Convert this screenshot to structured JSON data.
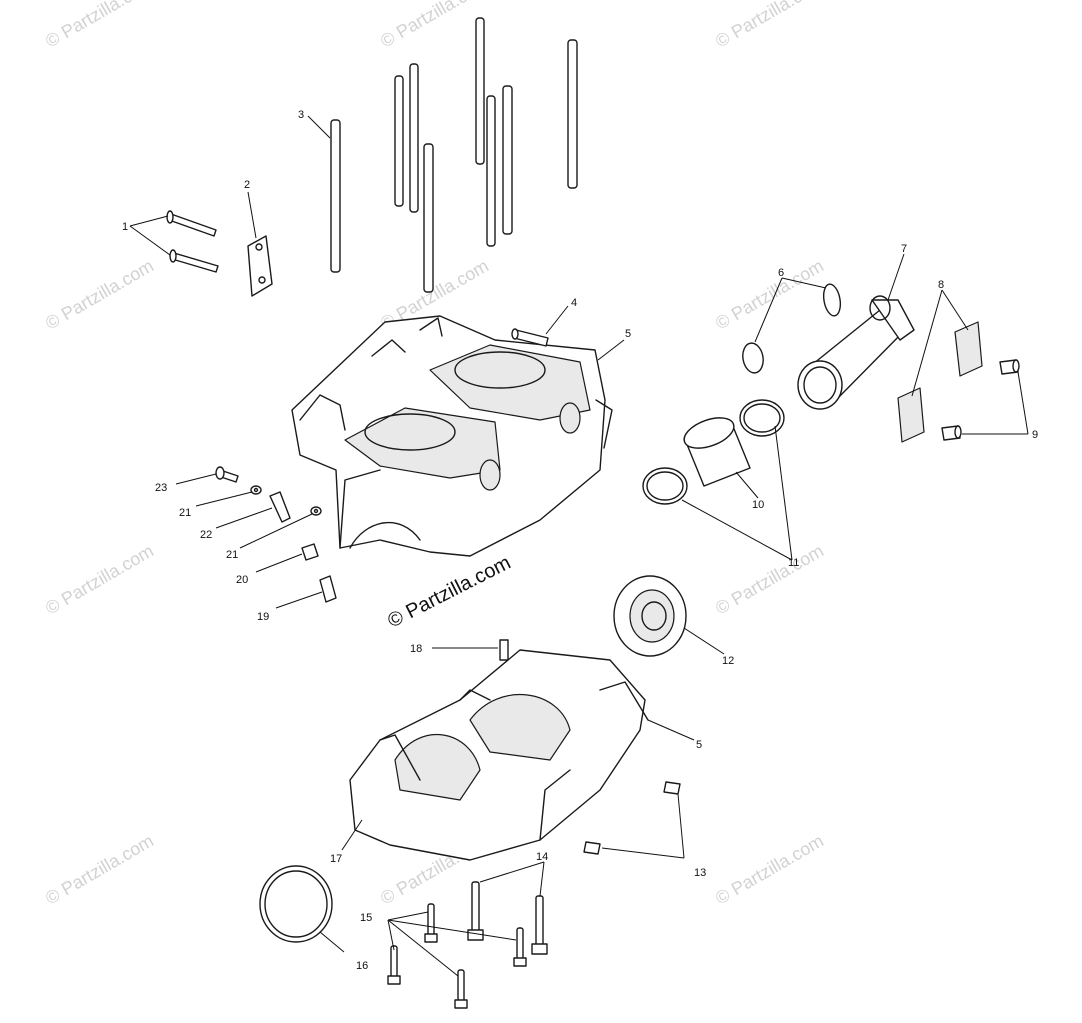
{
  "watermark": {
    "text": "© Partzilla.com",
    "center_text": "© Partzilla.com"
  },
  "callouts": {
    "c1": "1",
    "c2": "2",
    "c3": "3",
    "c4": "4",
    "c5a": "5",
    "c5b": "5",
    "c6": "6",
    "c7": "7",
    "c8": "8",
    "c9": "9",
    "c10": "10",
    "c11": "11",
    "c12": "12",
    "c13": "13",
    "c14": "14",
    "c15": "15",
    "c16": "16",
    "c17": "17",
    "c18": "18",
    "c19": "19",
    "c20": "20",
    "c21a": "21",
    "c21b": "21",
    "c22": "22",
    "c23": "23"
  }
}
